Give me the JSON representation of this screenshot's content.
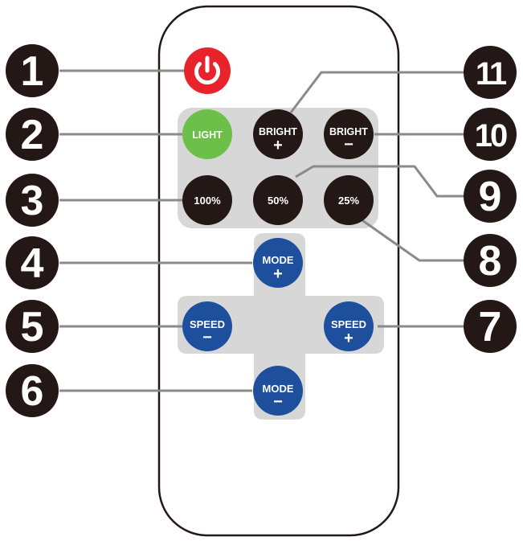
{
  "remote": {
    "power_icon": "power-icon",
    "buttons": {
      "light": "LIGHT",
      "bright_plus": {
        "label": "BRIGHT",
        "sign": "+"
      },
      "bright_minus": {
        "label": "BRIGHT",
        "sign": "−"
      },
      "pct_100": "100%",
      "pct_50": "50%",
      "pct_25": "25%",
      "mode_plus": {
        "label": "MODE",
        "sign": "+"
      },
      "mode_minus": {
        "label": "MODE",
        "sign": "−"
      },
      "speed_minus": {
        "label": "SPEED",
        "sign": "−"
      },
      "speed_plus": {
        "label": "SPEED",
        "sign": "+"
      }
    }
  },
  "callouts": {
    "n1": "1",
    "n2": "2",
    "n3": "3",
    "n4": "4",
    "n5": "5",
    "n6": "6",
    "n7": "7",
    "n8": "8",
    "n9": "9",
    "n10": "10",
    "n11": "11"
  },
  "colors": {
    "power": "#e8232b",
    "light": "#6cc04a",
    "dark_button": "#231815",
    "blue_button": "#1d4f9c",
    "panel": "#d7d7d7",
    "outline": "#231815"
  }
}
